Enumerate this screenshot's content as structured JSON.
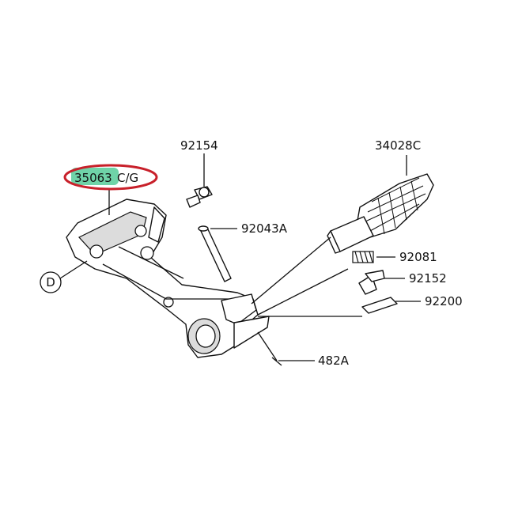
{
  "callouts": [
    {
      "id": "92154",
      "label": "92154"
    },
    {
      "id": "34028C",
      "label": "34028C"
    },
    {
      "id": "35063CG",
      "label": "35063C/G",
      "highlighted_prefix": "35063",
      "suffix": "C/G"
    },
    {
      "id": "92043A",
      "label": "92043A"
    },
    {
      "id": "92081",
      "label": "92081"
    },
    {
      "id": "92152",
      "label": "92152"
    },
    {
      "id": "92200",
      "label": "92200"
    },
    {
      "id": "482A",
      "label": "482A"
    }
  ],
  "marker": {
    "label": "D"
  },
  "colors": {
    "highlight_fill": "#6fd3a8",
    "ellipse_stroke": "#c8202a",
    "ink": "#111111"
  }
}
